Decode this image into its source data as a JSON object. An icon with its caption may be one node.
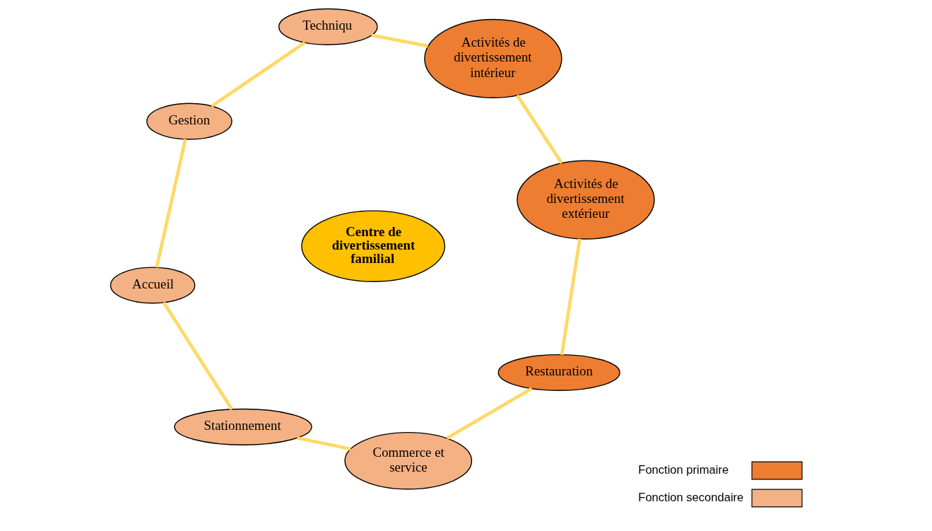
{
  "diagram": {
    "nodes": [
      {
        "text": [
          "Techniqu"
        ]
      },
      {
        "text": [
          "Activités de divertissement intérieur"
        ]
      },
      {
        "text": [
          "Gestion"
        ]
      },
      {
        "text": [
          "Accueil"
        ]
      },
      {
        "text": [
          "Activités de divertissement extérieur"
        ]
      },
      {
        "text": [
          "Centre de divertissement familial"
        ]
      },
      {
        "text": [
          "Stationnement"
        ]
      },
      {
        "text": [
          "Restauration"
        ]
      },
      {
        "text": [
          "Commerce et service"
        ]
      }
    ],
    "edges": [
      {
        "from": 0,
        "to": 1,
        "arrow": "none",
        "color": "#ffd966"
      },
      {
        "from": 1,
        "to": 4,
        "arrow": "none",
        "color": "#ffd966"
      },
      {
        "from": 4,
        "to": 7,
        "arrow": "none",
        "color": "#ffd966"
      },
      {
        "from": 7,
        "to": 8,
        "arrow": "none",
        "color": "#ffd966"
      },
      {
        "from": 8,
        "to": 6,
        "arrow": "none",
        "color": "#ffd966"
      },
      {
        "from": 6,
        "to": 3,
        "arrow": "none",
        "color": "#ffd966"
      },
      {
        "from": 3,
        "to": 2,
        "arrow": "none",
        "color": "#ffd966"
      },
      {
        "from": 2,
        "to": 0,
        "arrow": "none",
        "color": "#ffd966"
      }
    ],
    "legend": [
      {
        "text": "Fonction primaire",
        "color": "#ed7d31"
      },
      {
        "text": "Fonction secondaire",
        "color": "#f4b183"
      }
    ]
  }
}
